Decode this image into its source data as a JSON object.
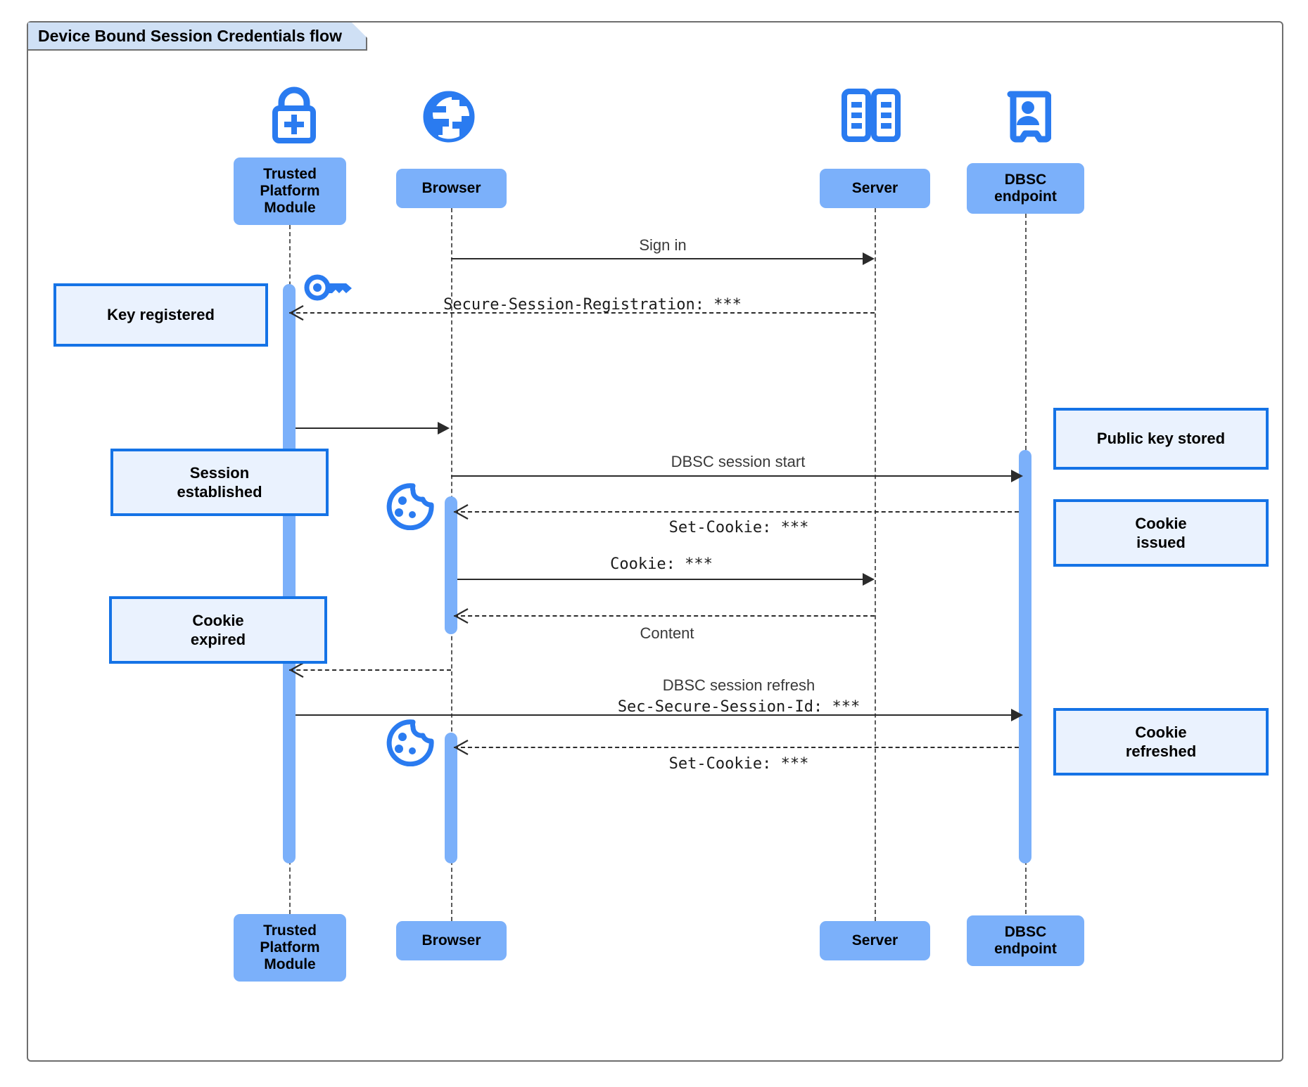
{
  "frame": {
    "title": "Device Bound Session Credentials flow"
  },
  "colors": {
    "participant_fill": "#7bb0fa",
    "note_fill": "#eaf2fe",
    "note_border": "#1573e6",
    "icon_blue": "#2a7bf0",
    "frame_border": "#6e6e6e",
    "title_fill": "#cfe0f5",
    "line": "#2b2b2b"
  },
  "participants": [
    {
      "id": "tpm",
      "label": "Trusted\nPlatform\nModule",
      "icon": "lock-plus-icon"
    },
    {
      "id": "browser",
      "label": "Browser",
      "icon": "globe-icon"
    },
    {
      "id": "server",
      "label": "Server",
      "icon": "server-icon"
    },
    {
      "id": "dbsc",
      "label": "DBSC\nendpoint",
      "icon": "id-badge-icon"
    }
  ],
  "participants_bottom": [
    {
      "id": "tpm",
      "label": "Trusted\nPlatform\nModule"
    },
    {
      "id": "browser",
      "label": "Browser"
    },
    {
      "id": "server",
      "label": "Server"
    },
    {
      "id": "dbsc",
      "label": "DBSC\nendpoint"
    }
  ],
  "messages": [
    {
      "id": "m1",
      "text": "Sign in",
      "style": "sans",
      "from": "browser",
      "to": "server",
      "line": "solid"
    },
    {
      "id": "m2",
      "text": "Secure-Session-Registration: ***",
      "style": "mono",
      "from": "server",
      "to": "tpm",
      "line": "dashed"
    },
    {
      "id": "m3",
      "text": "",
      "style": "sans",
      "from": "tpm",
      "to": "browser",
      "line": "solid"
    },
    {
      "id": "m4",
      "text": "DBSC session start",
      "style": "sans",
      "from": "browser",
      "to": "dbsc",
      "line": "solid"
    },
    {
      "id": "m5",
      "text": "Set-Cookie: ***",
      "style": "mono",
      "from": "dbsc",
      "to": "browser",
      "line": "dashed"
    },
    {
      "id": "m6",
      "text": "Cookie: ***",
      "style": "mono",
      "from": "browser",
      "to": "server",
      "line": "solid"
    },
    {
      "id": "m7",
      "text": "Content",
      "style": "sans",
      "from": "server",
      "to": "browser",
      "line": "dashed"
    },
    {
      "id": "m8",
      "text": "",
      "style": "sans",
      "from": "browser",
      "to": "tpm",
      "line": "dashed"
    },
    {
      "id": "m9a",
      "text": "DBSC session refresh",
      "style": "sans",
      "from": "tpm",
      "to": "dbsc",
      "line": "solid"
    },
    {
      "id": "m9b",
      "text": "Sec-Secure-Session-Id: ***",
      "style": "mono",
      "from": "tpm",
      "to": "dbsc",
      "line": "solid"
    },
    {
      "id": "m10",
      "text": "Set-Cookie: ***",
      "style": "mono",
      "from": "dbsc",
      "to": "browser",
      "line": "dashed"
    }
  ],
  "notes": [
    {
      "id": "n1",
      "text": "Key registered",
      "side": "left"
    },
    {
      "id": "n2",
      "text": "Session\nestablished",
      "side": "left"
    },
    {
      "id": "n3",
      "text": "Cookie\nexpired",
      "side": "left"
    },
    {
      "id": "n4",
      "text": "Public key stored",
      "side": "right"
    },
    {
      "id": "n5",
      "text": "Cookie\nissued",
      "side": "right"
    },
    {
      "id": "n6",
      "text": "Cookie\nrefreshed",
      "side": "right"
    }
  ],
  "inline_icons": [
    {
      "id": "key",
      "name": "key-icon"
    },
    {
      "id": "cookie1",
      "name": "cookie-icon"
    },
    {
      "id": "cookie2",
      "name": "cookie-icon"
    }
  ]
}
